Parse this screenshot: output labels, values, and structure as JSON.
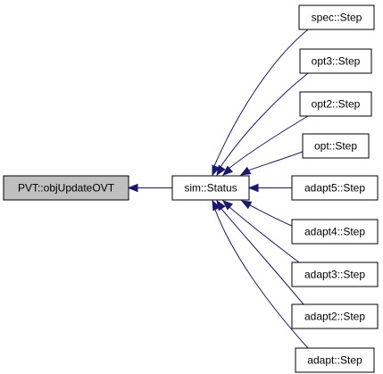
{
  "nodes": {
    "root": {
      "label": "PVT::objUpdateOVT"
    },
    "hub": {
      "label": "sim::Status"
    },
    "callers": [
      {
        "id": "spec-step",
        "label": "spec::Step"
      },
      {
        "id": "opt3-step",
        "label": "opt3::Step"
      },
      {
        "id": "opt2-step",
        "label": "opt2::Step"
      },
      {
        "id": "opt-step",
        "label": "opt::Step"
      },
      {
        "id": "adapt5-step",
        "label": "adapt5::Step"
      },
      {
        "id": "adapt4-step",
        "label": "adapt4::Step"
      },
      {
        "id": "adapt3-step",
        "label": "adapt3::Step"
      },
      {
        "id": "adapt2-step",
        "label": "adapt2::Step"
      },
      {
        "id": "adapt-step",
        "label": "adapt::Step"
      }
    ]
  },
  "colors": {
    "edge": "#191970",
    "root_fill": "#bfbfbf",
    "node_fill": "#ffffff"
  }
}
